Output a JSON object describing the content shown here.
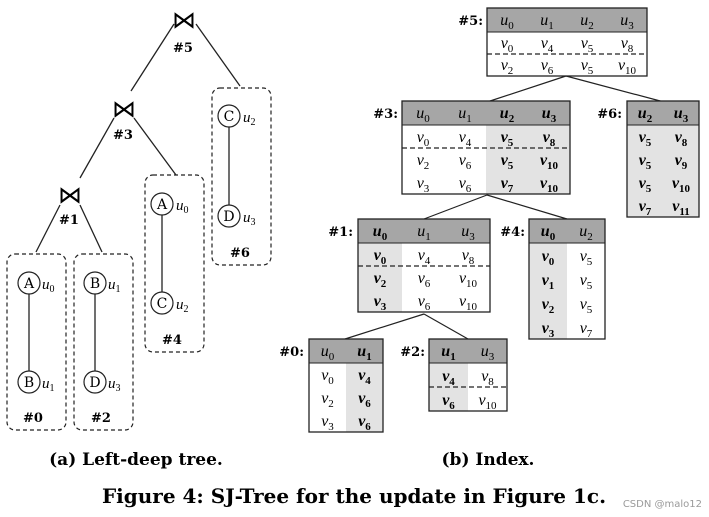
{
  "tree": {
    "join_symbol": "⋈",
    "ops": [
      {
        "id": "op5",
        "label": "#5"
      },
      {
        "id": "op3",
        "label": "#3"
      },
      {
        "id": "op1",
        "label": "#1"
      }
    ],
    "leaves": [
      {
        "id": "leaf0",
        "label": "#0",
        "nodes": [
          {
            "letter": "A",
            "var": "u",
            "sub": "0"
          },
          {
            "letter": "B",
            "var": "u",
            "sub": "1"
          }
        ]
      },
      {
        "id": "leaf2",
        "label": "#2",
        "nodes": [
          {
            "letter": "B",
            "var": "u",
            "sub": "1"
          },
          {
            "letter": "D",
            "var": "u",
            "sub": "3"
          }
        ]
      },
      {
        "id": "leaf4",
        "label": "#4",
        "nodes": [
          {
            "letter": "A",
            "var": "u",
            "sub": "0"
          },
          {
            "letter": "C",
            "var": "u",
            "sub": "2"
          }
        ]
      },
      {
        "id": "leaf6",
        "label": "#6",
        "nodes": [
          {
            "letter": "C",
            "var": "u",
            "sub": "2"
          },
          {
            "letter": "D",
            "var": "u",
            "sub": "3"
          }
        ]
      }
    ]
  },
  "index": {
    "tables": [
      {
        "id": "t5",
        "label": "#5:",
        "boldcols": [],
        "header": [
          "u0",
          "u1",
          "u2",
          "u3"
        ],
        "rows": [
          [
            "v0",
            "v4",
            "v5",
            "v8"
          ],
          [
            "v2",
            "v6",
            "v5",
            "v10"
          ]
        ],
        "dashAfter": [
          0
        ]
      },
      {
        "id": "t3",
        "label": "#3:",
        "boldcols": [
          2,
          3
        ],
        "header": [
          "u0",
          "u1",
          "u2",
          "u3"
        ],
        "rows": [
          [
            "v0",
            "v4",
            "v5",
            "v8"
          ],
          [
            "v2",
            "v6",
            "v5",
            "v10"
          ],
          [
            "v3",
            "v6",
            "v7",
            "v10"
          ]
        ],
        "dashAfter": [
          0
        ]
      },
      {
        "id": "t6",
        "label": "#6:",
        "boldcols": [
          0,
          1
        ],
        "header": [
          "u2",
          "u3"
        ],
        "rows": [
          [
            "v5",
            "v8"
          ],
          [
            "v5",
            "v9"
          ],
          [
            "v5",
            "v10"
          ],
          [
            "v7",
            "v11"
          ]
        ],
        "dashAfter": []
      },
      {
        "id": "t1",
        "label": "#1:",
        "boldcols": [
          0
        ],
        "header": [
          "u0",
          "u1",
          "u3"
        ],
        "rows": [
          [
            "v0",
            "v4",
            "v8"
          ],
          [
            "v2",
            "v6",
            "v10"
          ],
          [
            "v3",
            "v6",
            "v10"
          ]
        ],
        "dashAfter": [
          0
        ]
      },
      {
        "id": "t4",
        "label": "#4:",
        "boldcols": [
          0
        ],
        "header": [
          "u0",
          "u2"
        ],
        "rows": [
          [
            "v0",
            "v5"
          ],
          [
            "v1",
            "v5"
          ],
          [
            "v2",
            "v5"
          ],
          [
            "v3",
            "v7"
          ]
        ],
        "dashAfter": []
      },
      {
        "id": "t0",
        "label": "#0:",
        "boldcols": [
          1
        ],
        "header": [
          "u0",
          "u1"
        ],
        "rows": [
          [
            "v0",
            "v4"
          ],
          [
            "v2",
            "v6"
          ],
          [
            "v3",
            "v6"
          ]
        ],
        "dashAfter": []
      },
      {
        "id": "t2",
        "label": "#2:",
        "boldcols": [
          0
        ],
        "header": [
          "u1",
          "u3"
        ],
        "rows": [
          [
            "v4",
            "v8"
          ],
          [
            "v6",
            "v10"
          ]
        ],
        "dashAfter": [
          0
        ]
      }
    ]
  },
  "captions": {
    "a": "(a) Left-deep tree.",
    "b": "(b) Index.",
    "figure": "Figure 4: SJ-Tree for the update in Figure 1c."
  },
  "watermark": "CSDN @malo12",
  "colors": {
    "header": "#a6a6a6",
    "boldcol": "#e3e3e3",
    "line": "#222222"
  }
}
